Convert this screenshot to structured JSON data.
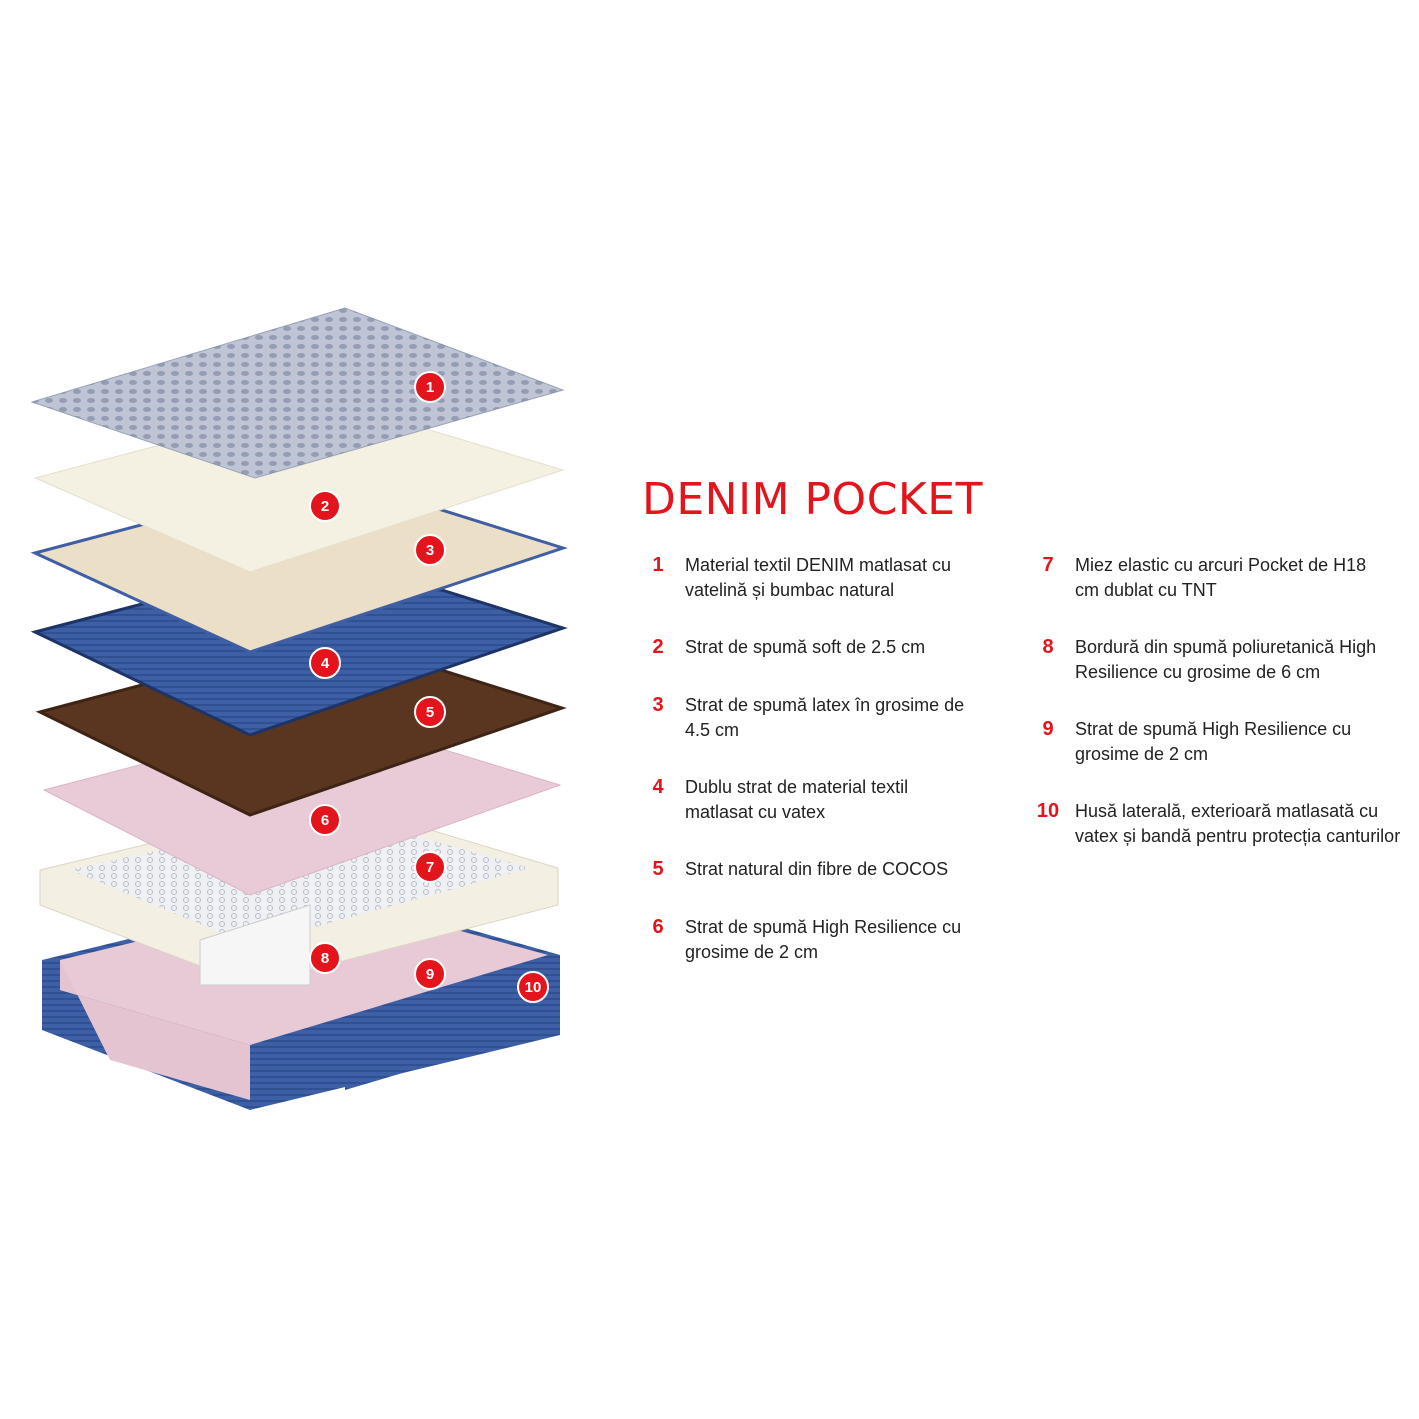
{
  "title": "DENIM POCKET",
  "colors": {
    "accent": "#e3141b"
  },
  "layers": [
    {
      "num": "1",
      "text": "Material textil DENIM matlasat cu vatelină și bumbac natural"
    },
    {
      "num": "2",
      "text": "Strat de spumă soft de 2.5 cm"
    },
    {
      "num": "3",
      "text": "Strat de spumă latex în grosime de 4.5 cm"
    },
    {
      "num": "4",
      "text": "Dublu strat de material textil matlasat cu vatex"
    },
    {
      "num": "5",
      "text": "Strat natural din fibre de COCOS"
    },
    {
      "num": "6",
      "text": "Strat de spumă High Resilience cu grosime de 2 cm"
    },
    {
      "num": "7",
      "text": "Miez elastic cu arcuri Pocket de H18 cm dublat cu TNT"
    },
    {
      "num": "8",
      "text": "Bordură din spumă poliuretanică High Resilience cu grosime de 6 cm"
    },
    {
      "num": "9",
      "text": "Strat de spumă High Resilience cu grosime de 2 cm"
    },
    {
      "num": "10",
      "text": "Husă laterală, exterioară matlasată cu vatex și bandă pentru protecția canturilor"
    }
  ]
}
